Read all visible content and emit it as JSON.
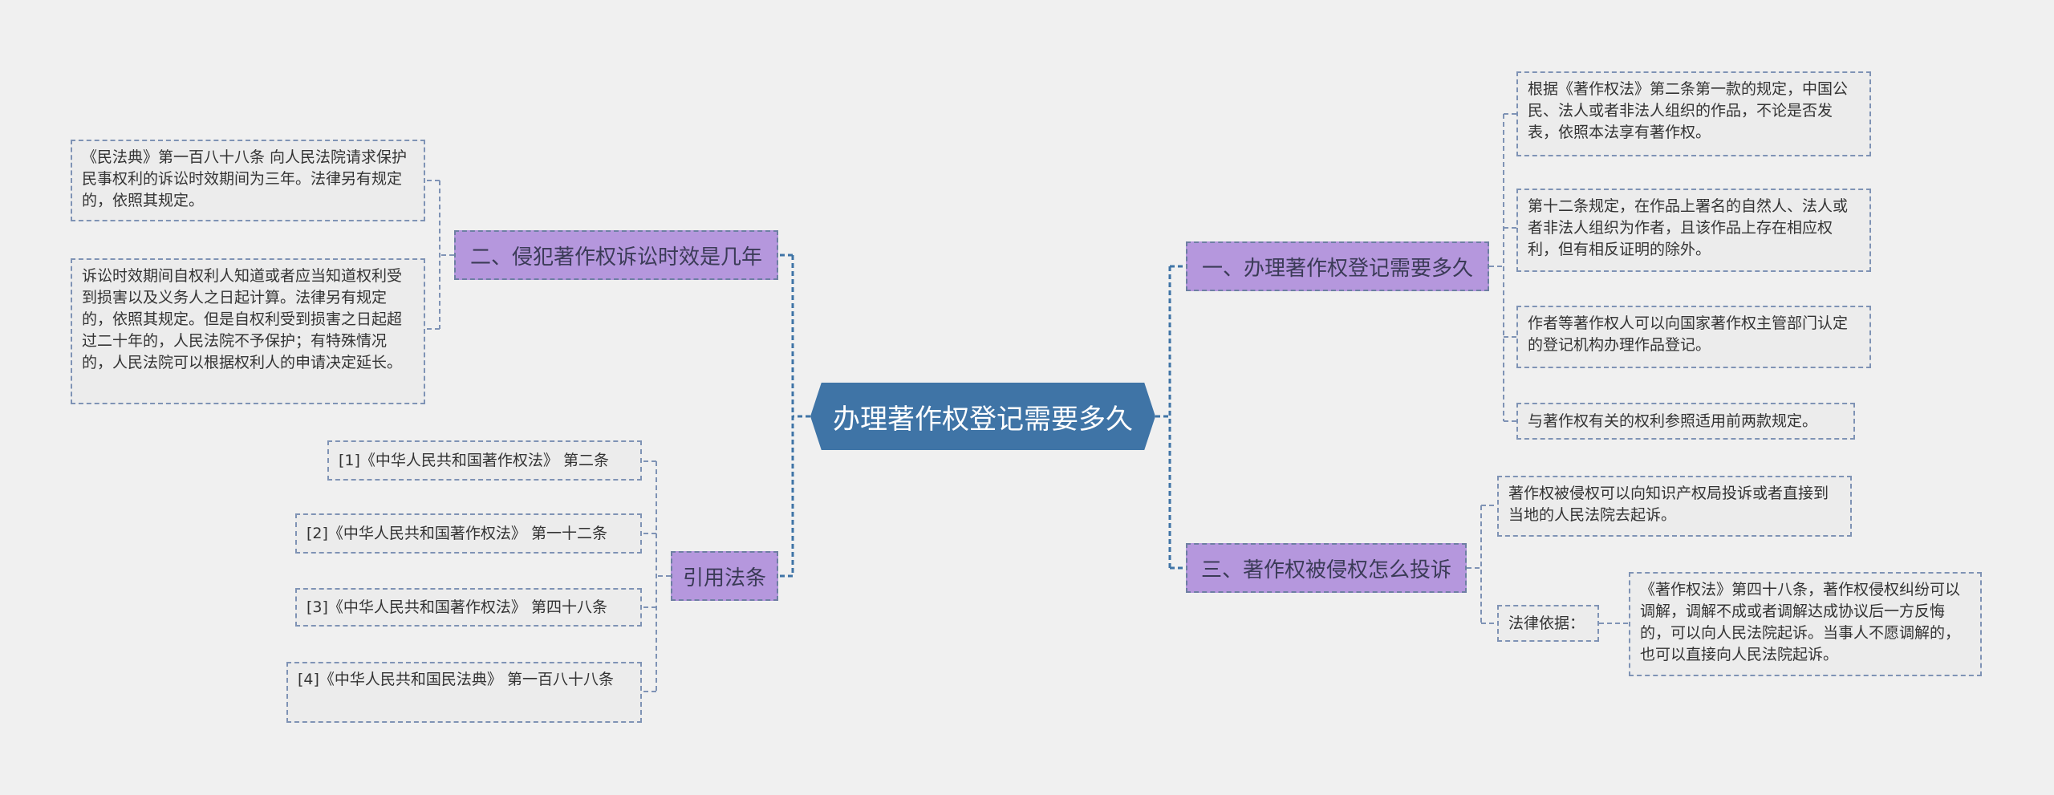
{
  "root": {
    "title": "办理著作权登记需要多久"
  },
  "branches": [
    {
      "label": "一、办理著作权登记需要多久",
      "children": [
        "根据《著作权法》第二条第一款的规定，中国公民、法人或者非法人组织的作品，不论是否发表，依照本法享有著作权。",
        "第十二条规定，在作品上署名的自然人、法人或者非法人组织为作者，且该作品上存在相应权利，但有相反证明的除外。",
        "作者等著作权人可以向国家著作权主管部门认定的登记机构办理作品登记。",
        "与著作权有关的权利参照适用前两款规定。"
      ]
    },
    {
      "label": "二、侵犯著作权诉讼时效是几年",
      "children": [
        "《民法典》第一百八十八条 向人民法院请求保护民事权利的诉讼时效期间为三年。法律另有规定的，依照其规定。",
        "诉讼时效期间自权利人知道或者应当知道权利受到损害以及义务人之日起计算。法律另有规定的，依照其规定。但是自权利受到损害之日起超过二十年的，人民法院不予保护；有特殊情况的，人民法院可以根据权利人的申请决定延长。"
      ]
    },
    {
      "label": "三、著作权被侵权怎么投诉",
      "children": [
        "著作权被侵权可以向知识产权局投诉或者直接到当地的人民法院去起诉。",
        "法律依据："
      ],
      "grandchild": "《著作权法》第四十八条，著作权侵权纠纷可以调解，调解不成或者调解达成协议后一方反悔的，可以向人民法院起诉。当事人不愿调解的，也可以直接向人民法院起诉。"
    },
    {
      "label": "引用法条",
      "children": [
        "[1]《中华人民共和国著作权法》 第二条",
        "[2]《中华人民共和国著作权法》 第一十二条",
        "[3]《中华人民共和国著作权法》 第四十八条",
        "[4]《中华人民共和国民法典》 第一百八十八条"
      ]
    }
  ]
}
